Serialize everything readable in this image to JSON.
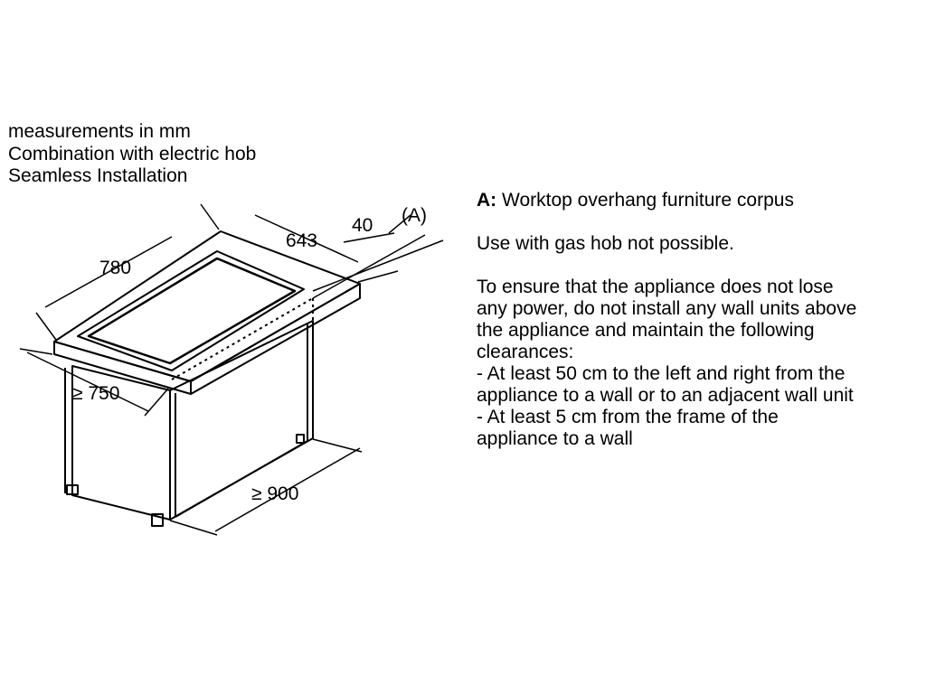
{
  "header": {
    "line1": "measurements in mm",
    "line2": "Combination with electric hob",
    "line3": "Seamless Installation"
  },
  "dimensions": {
    "depth": "780",
    "hob_width": "643",
    "offset": "40",
    "label_a": "(A)",
    "height": "≥ 750",
    "width": "≥ 900"
  },
  "notes": {
    "a_key": "A:",
    "a_text": " Worktop overhang furniture corpus",
    "gas": "Use with gas hob not possible.",
    "p1": "To ensure that the appliance does not lose",
    "p2": "any power, do not install any wall units above",
    "p3": "the appliance and maintain the following",
    "p4": "clearances:",
    "p5": "-   At least 50 cm to the left and right from the",
    "p6": "appliance to a wall or to an adjacent wall unit",
    "p7": "-   At least 5 cm from the frame of the",
    "p8": "appliance to a wall"
  }
}
